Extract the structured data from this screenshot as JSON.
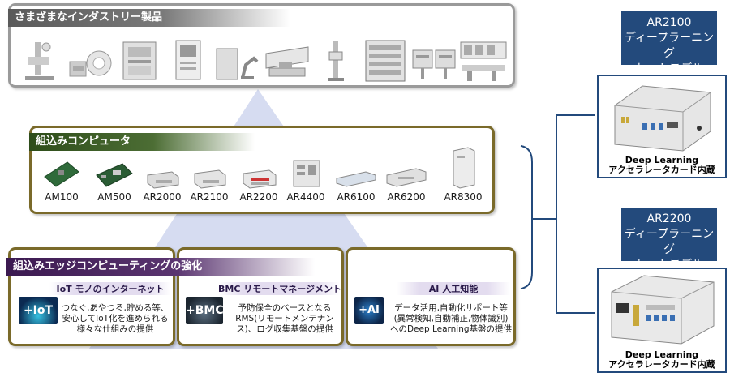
{
  "industry_section": {
    "title": "さまざまなインダストリー製品",
    "icons": [
      "medical-xray-icon",
      "mri-scanner-icon",
      "atm-machine-icon",
      "kiosk-terminal-icon",
      "factory-robot-icon",
      "sewing-machine-icon",
      "gate-sensor-icon",
      "server-rack-icon",
      "signal-panel-icon",
      "control-room-icon"
    ]
  },
  "computer_section": {
    "title": "組込みコンピュータ",
    "products": [
      "AM100",
      "AM500",
      "AR2000",
      "AR2100",
      "AR2200",
      "AR4400",
      "AR6100",
      "AR6200",
      "AR8300"
    ]
  },
  "edge_section": {
    "title": "組込みエッジコンピューティングの強化",
    "cards": [
      {
        "tile": "+IoT",
        "title": "IoT モノのインターネット",
        "text": [
          "つなぐ,あやつる,貯める等、",
          "安心してIoT化を進められる",
          "様々な仕組みの提供"
        ]
      },
      {
        "tile": "+BMC",
        "title": "BMC リモートマネージメント",
        "text": [
          "予防保全のベースとなる",
          "RMS(リモートメンテナン",
          "ス)、ログ収集基盤の提供"
        ]
      },
      {
        "tile": "+AI",
        "title": "AI 人工知能",
        "text": [
          "データ活用,自動化サポート等",
          "(異常検知,自動補正,物体識別)",
          "へのDeep Learning基盤の提供"
        ]
      }
    ]
  },
  "models": [
    {
      "lines": [
        "AR2100",
        "ディープラーニング",
        "セットモデル"
      ],
      "caption": [
        "Deep Learning",
        "アクセラレータカード内蔵"
      ]
    },
    {
      "lines": [
        "AR2200",
        "ディープラーニング",
        "セットモデル"
      ],
      "caption": [
        "Deep Learning",
        "アクセラレータカード内蔵"
      ]
    }
  ],
  "colors": {
    "accent_blue": "#234a7c",
    "frame_gold": "#7a6a2a",
    "frame_gray": "#9a9a9a",
    "pyramid": "#d4daf0"
  }
}
